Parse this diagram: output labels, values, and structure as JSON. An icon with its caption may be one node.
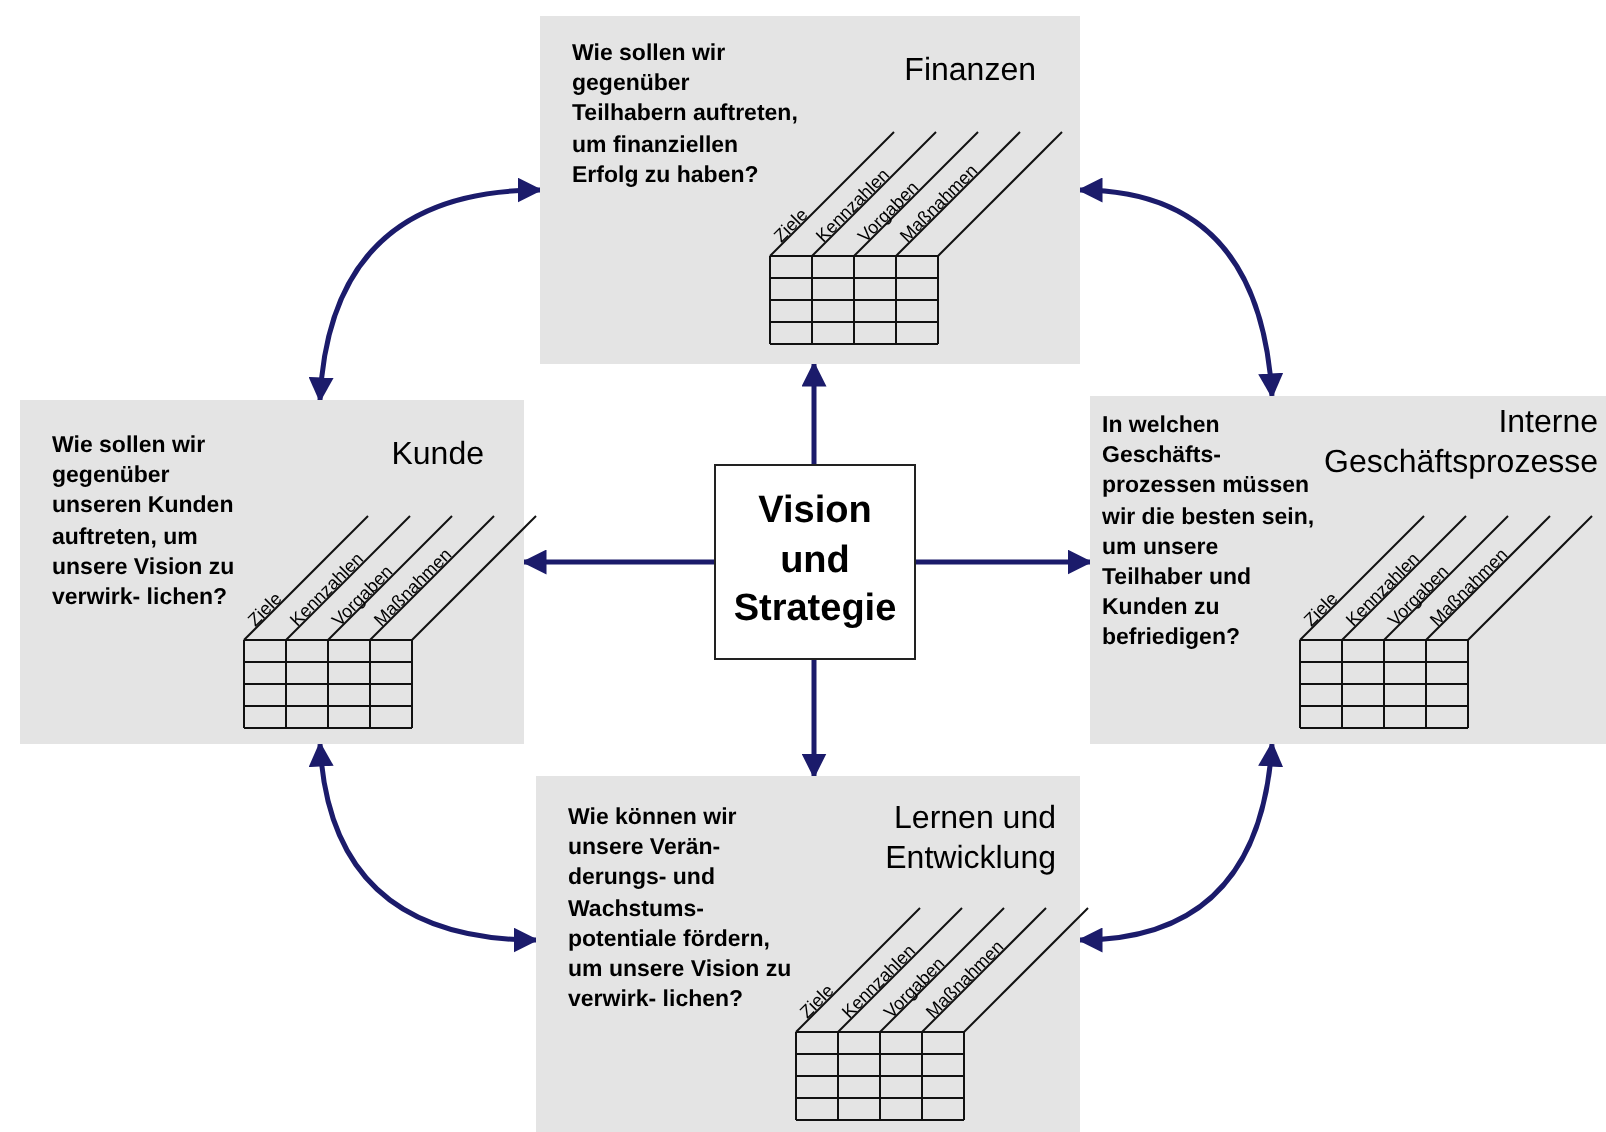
{
  "diagram": {
    "nodes": [
      {
        "text": [
          "Vision und Strategie"
        ]
      },
      {
        "text": [
          "Wie sollen wir gegenüber Teilhabern auftreten, um finanziellen Erfolg zu haben?",
          "Finanzen",
          "Ziele",
          "Kennzahlen",
          "Vorgaben",
          "Maßnahmen"
        ]
      },
      {
        "text": [
          "Wie sollen wir gegenüber unseren Kunden auftreten, um unsere Vision zu verwirk- lichen?",
          "Kunde",
          "Ziele",
          "Kennzahlen",
          "Vorgaben",
          "Maßnahmen"
        ]
      },
      {
        "text": [
          "In welchen Geschäfts- prozessen müssen wir die besten sein, um unsere Teilhaber und Kunden zu befriedigen?",
          "Interne Geschäftsprozesse",
          "Ziele",
          "Kennzahlen",
          "Vorgaben",
          "Maßnahmen"
        ]
      },
      {
        "text": [
          "Wie können wir unsere Verän- derungs- und Wachstums- potentiale fördern, um unsere Vision zu verwirk- lichen?",
          "Lernen und Entwicklung",
          "Ziele",
          "Kennzahlen",
          "Vorgaben",
          "Maßnahmen"
        ]
      }
    ],
    "edges": [
      {
        "from": 0,
        "to": 1,
        "arrow": "to"
      },
      {
        "from": 0,
        "to": 4,
        "arrow": "to"
      },
      {
        "from": 0,
        "to": 2,
        "arrow": "to"
      },
      {
        "from": 0,
        "to": 3,
        "arrow": "to"
      },
      {
        "from": 2,
        "to": 1,
        "arrow": "both"
      },
      {
        "from": 1,
        "to": 3,
        "arrow": "both"
      },
      {
        "from": 3,
        "to": 4,
        "arrow": "both"
      },
      {
        "from": 4,
        "to": 2,
        "arrow": "both"
      }
    ]
  }
}
